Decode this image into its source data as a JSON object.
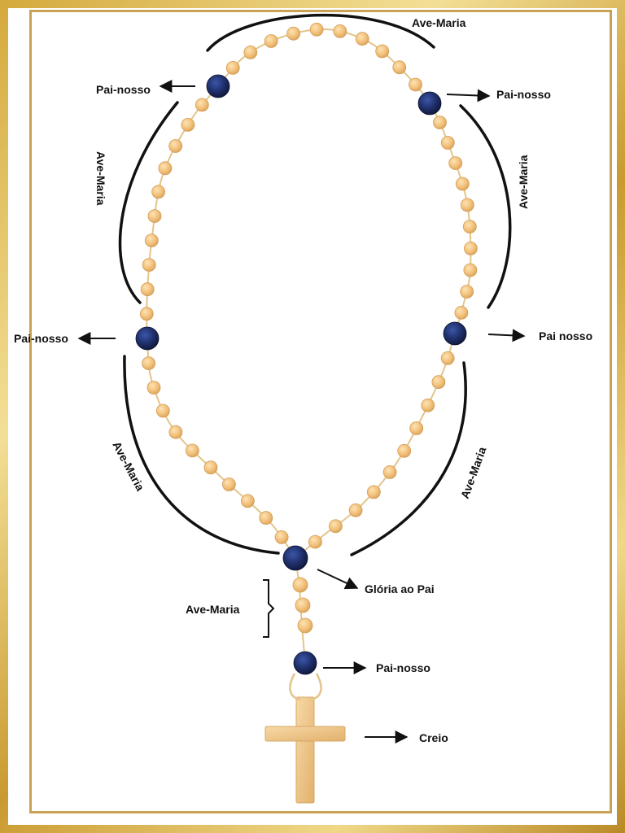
{
  "labels": {
    "ave_top": "Ave-Maria",
    "pai_top_left": "Pai-nosso",
    "pai_top_right": "Pai-nosso",
    "ave_upper_left": "Ave-Maria",
    "ave_upper_right": "Ave-Maria",
    "pai_mid_left": "Pai-nosso",
    "pai_mid_right": "Pai nosso",
    "ave_lower_left": "Ave-Maria",
    "ave_lower_right": "Ave-Maria",
    "gloria": "Glória ao Pai",
    "ave_stem": "Ave-Maria",
    "pai_stem": "Pai-nosso",
    "creio": "Creio"
  },
  "colors": {
    "bead_ave": "#f2c07a",
    "bead_pai": "#1f2f6b",
    "cord": "#e3c58b",
    "cross": "#f0c98a",
    "frame_gold": "#c9a255",
    "ink": "#111111"
  },
  "icons": {
    "cross": "crucifix-icon",
    "bead_ave": "ave-maria-bead-icon",
    "bead_pai": "pai-nosso-bead-icon"
  }
}
